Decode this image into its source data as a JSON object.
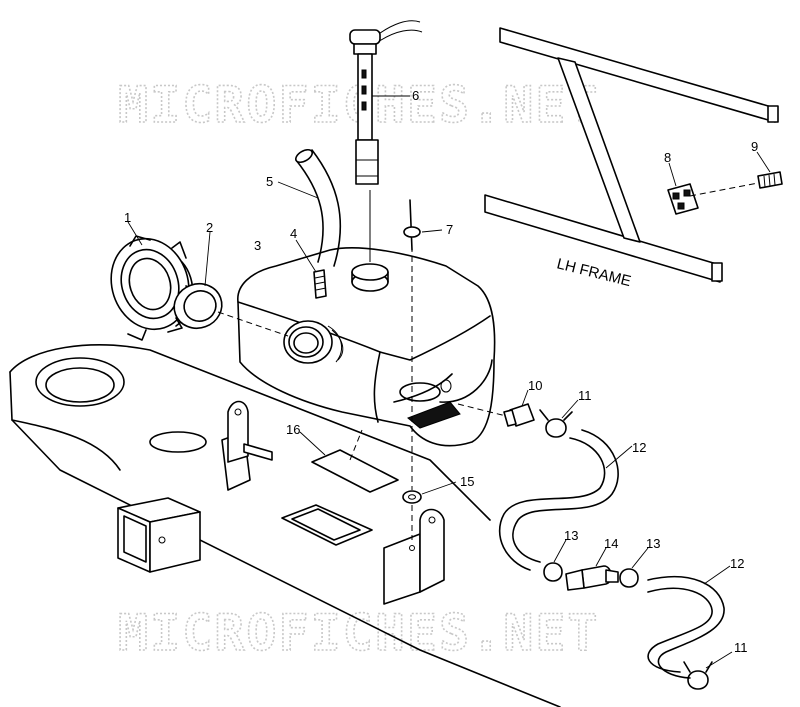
{
  "watermark": {
    "text": "MICROFICHES.NET"
  },
  "frame_label": "LH FRAME",
  "callouts": {
    "p1": "1",
    "p2": "2",
    "p3": "3",
    "p4": "4",
    "p5": "5",
    "p6": "6",
    "p7": "7",
    "p8": "8",
    "p9": "9",
    "p10": "10",
    "p11a": "11",
    "p11b": "11",
    "p12a": "12",
    "p12b": "12",
    "p13a": "13",
    "p13b": "13",
    "p14": "14",
    "p15": "15",
    "p16": "16"
  }
}
